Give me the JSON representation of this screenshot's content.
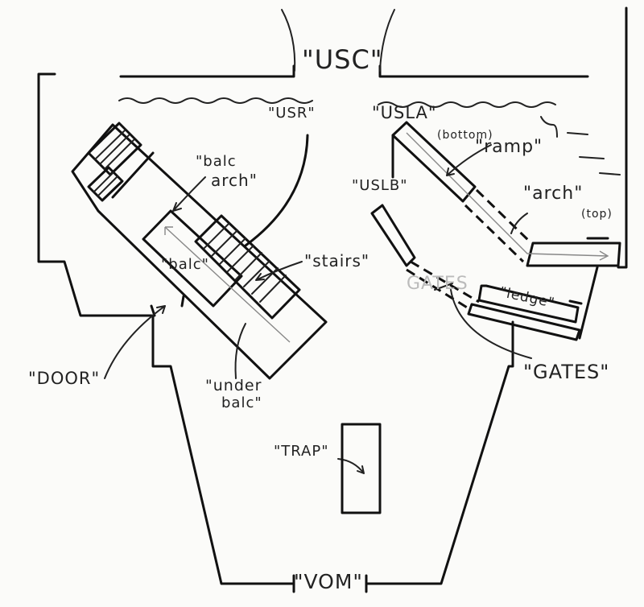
{
  "labels": {
    "usc": "\"USC\"",
    "usr": "\"USR\"",
    "usla": "\"USLA\"",
    "bottom": "(bottom)",
    "ramp": "\"ramp\"",
    "uslb": "\"USLB\"",
    "arch": "\"arch\"",
    "top": "(top)",
    "balc_arch_1": "\"balc",
    "balc_arch_2": "arch\"",
    "balc": "\"balc\"",
    "stairs": "\"stairs\"",
    "ledge": "\"ledge\"",
    "gates": "\"GATES\"",
    "gates_faint": "GATES",
    "door": "\"DOOR\"",
    "under_balc_1": "\"under",
    "under_balc_2": "balc\"",
    "trap": "\"TRAP\"",
    "vom": "\"VOM\""
  },
  "colors": {
    "ink": "#111111",
    "paper": "#fbfbf9"
  }
}
